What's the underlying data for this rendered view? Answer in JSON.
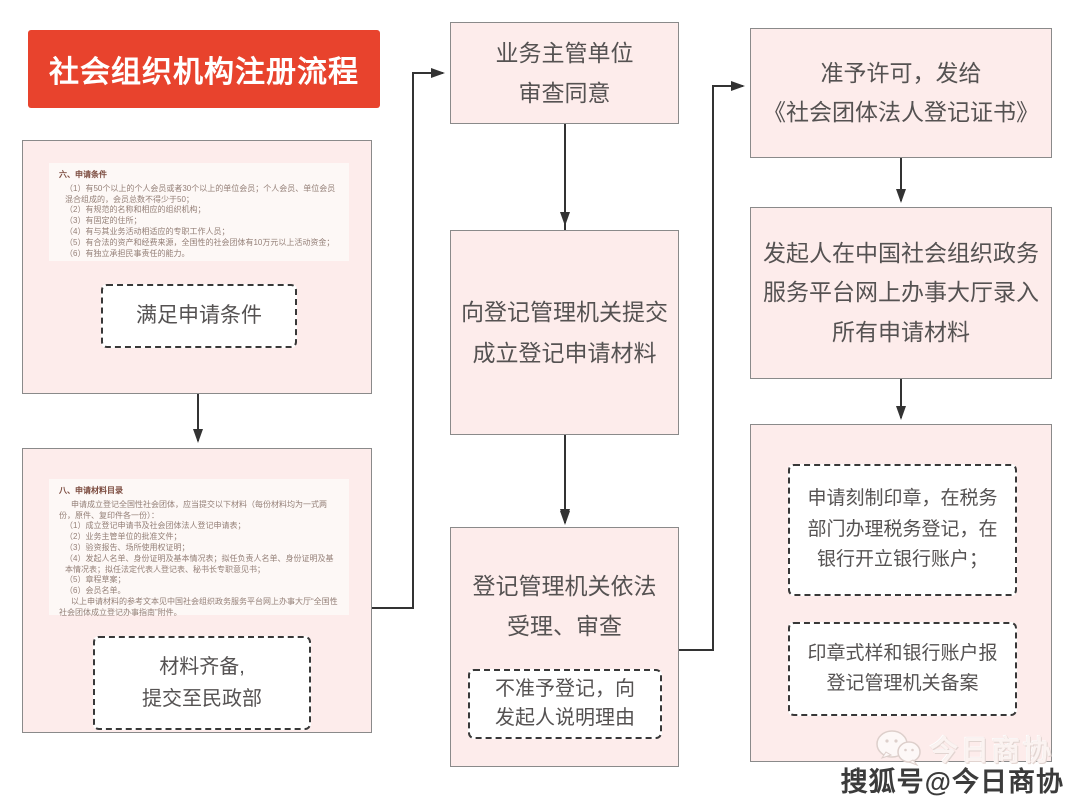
{
  "title": {
    "text": "社会组织机构注册流程"
  },
  "left_column": {
    "box1": {
      "doc": {
        "heading": "六、申请条件",
        "lines": [
          "（1）有50个以上的个人会员或者30个以上的单位会员；个人会员、单位会员混合组成的，会员总数不得少于50；",
          "（2）有规范的名称和相应的组织机构；",
          "（3）有固定的住所；",
          "（4）有与其业务活动相适应的专职工作人员；",
          "（5）有合法的资产和经费来源，全国性的社会团体有10万元以上活动资金；",
          "（6）有独立承担民事责任的能力。"
        ]
      },
      "callout": "满足申请条件"
    },
    "box2": {
      "doc": {
        "heading": "八、申请材料目录",
        "intro": "申请成立登记全国性社会团体，应当提交以下材料（每份材料均为一式两份，原件、复印件各一份）：",
        "lines": [
          "（1）成立登记申请书及社会团体法人登记申请表；",
          "（2）业务主管单位的批准文件；",
          "（3）验资报告、场所使用权证明；",
          "（4）发起人名单、身份证明及基本情况表；拟任负责人名单、身份证明及基本情况表；拟任法定代表人登记表、秘书长专职意见书；",
          "（5）章程草案；",
          "（6）会员名单。"
        ],
        "outro": "以上申请材料的参考文本见中国社会组织政务服务平台网上办事大厅“全国性社会团体成立登记办事指南”附件。"
      },
      "callout_line1": "材料齐备,",
      "callout_line2": "提交至民政部"
    }
  },
  "middle_column": {
    "box1_line1": "业务主管单位",
    "box1_line2": "审查同意",
    "box2_line1": "向登记管理机关提交",
    "box2_line2": "成立登记申请材料",
    "box3_line1": "登记管理机关依法",
    "box3_line2": "受理、审查",
    "box3_callout_line1": "不准予登记，向",
    "box3_callout_line2": "发起人说明理由"
  },
  "right_column": {
    "box1_line1": "准予许可，发给",
    "box1_line2": "《社会团体法人登记证书》",
    "box2_line1": "发起人在中国社会组织政务",
    "box2_line2": "服务平台网上办事大厅录入",
    "box2_line3": "所有申请材料",
    "box3_callout1_text": "申请刻制印章，在税务部门办理税务登记，在银行开立银行账户；",
    "box3_callout2_text": "印章式样和银行账户报登记管理机关备案"
  },
  "watermark": {
    "brand": "今日商协",
    "account": "搜狐号@今日商协"
  },
  "colors": {
    "banner_red": "#e8432d",
    "box_fill": "#fdeceb",
    "box_border": "#8a8a8a",
    "line": "#333333",
    "text": "#555252"
  }
}
